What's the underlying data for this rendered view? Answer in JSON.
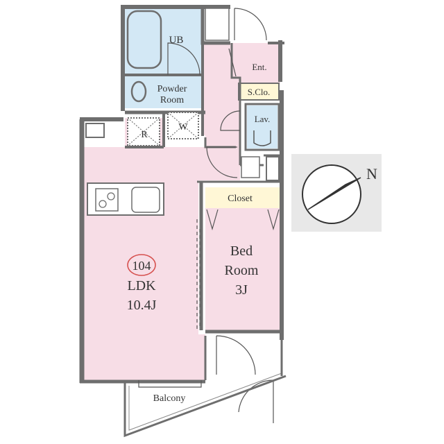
{
  "plan": {
    "room_number": "104",
    "rooms": {
      "ub": "UB",
      "powder_line1": "Powder",
      "powder_line2": "Room",
      "refrigerator": "R",
      "washer": "W",
      "entrance": "Ent.",
      "shoe_closet": "S.Clo.",
      "lavatory": "Lav.",
      "closet": "Closet",
      "ldk": "LDK",
      "ldk_size": "10.4J",
      "bed_line1": "Bed",
      "bed_line2": "Room",
      "bed_size": "3J",
      "balcony": "Balcony"
    },
    "compass": {
      "label": "N",
      "icon": "compass-icon"
    }
  },
  "colors": {
    "pink": "#f7dde6",
    "blue": "#d3e8f5",
    "yellow": "#fff7d6",
    "wall": "#6e6e6e",
    "compass_bg": "#e8e8e8",
    "room_number_circle": "#d6504e"
  }
}
